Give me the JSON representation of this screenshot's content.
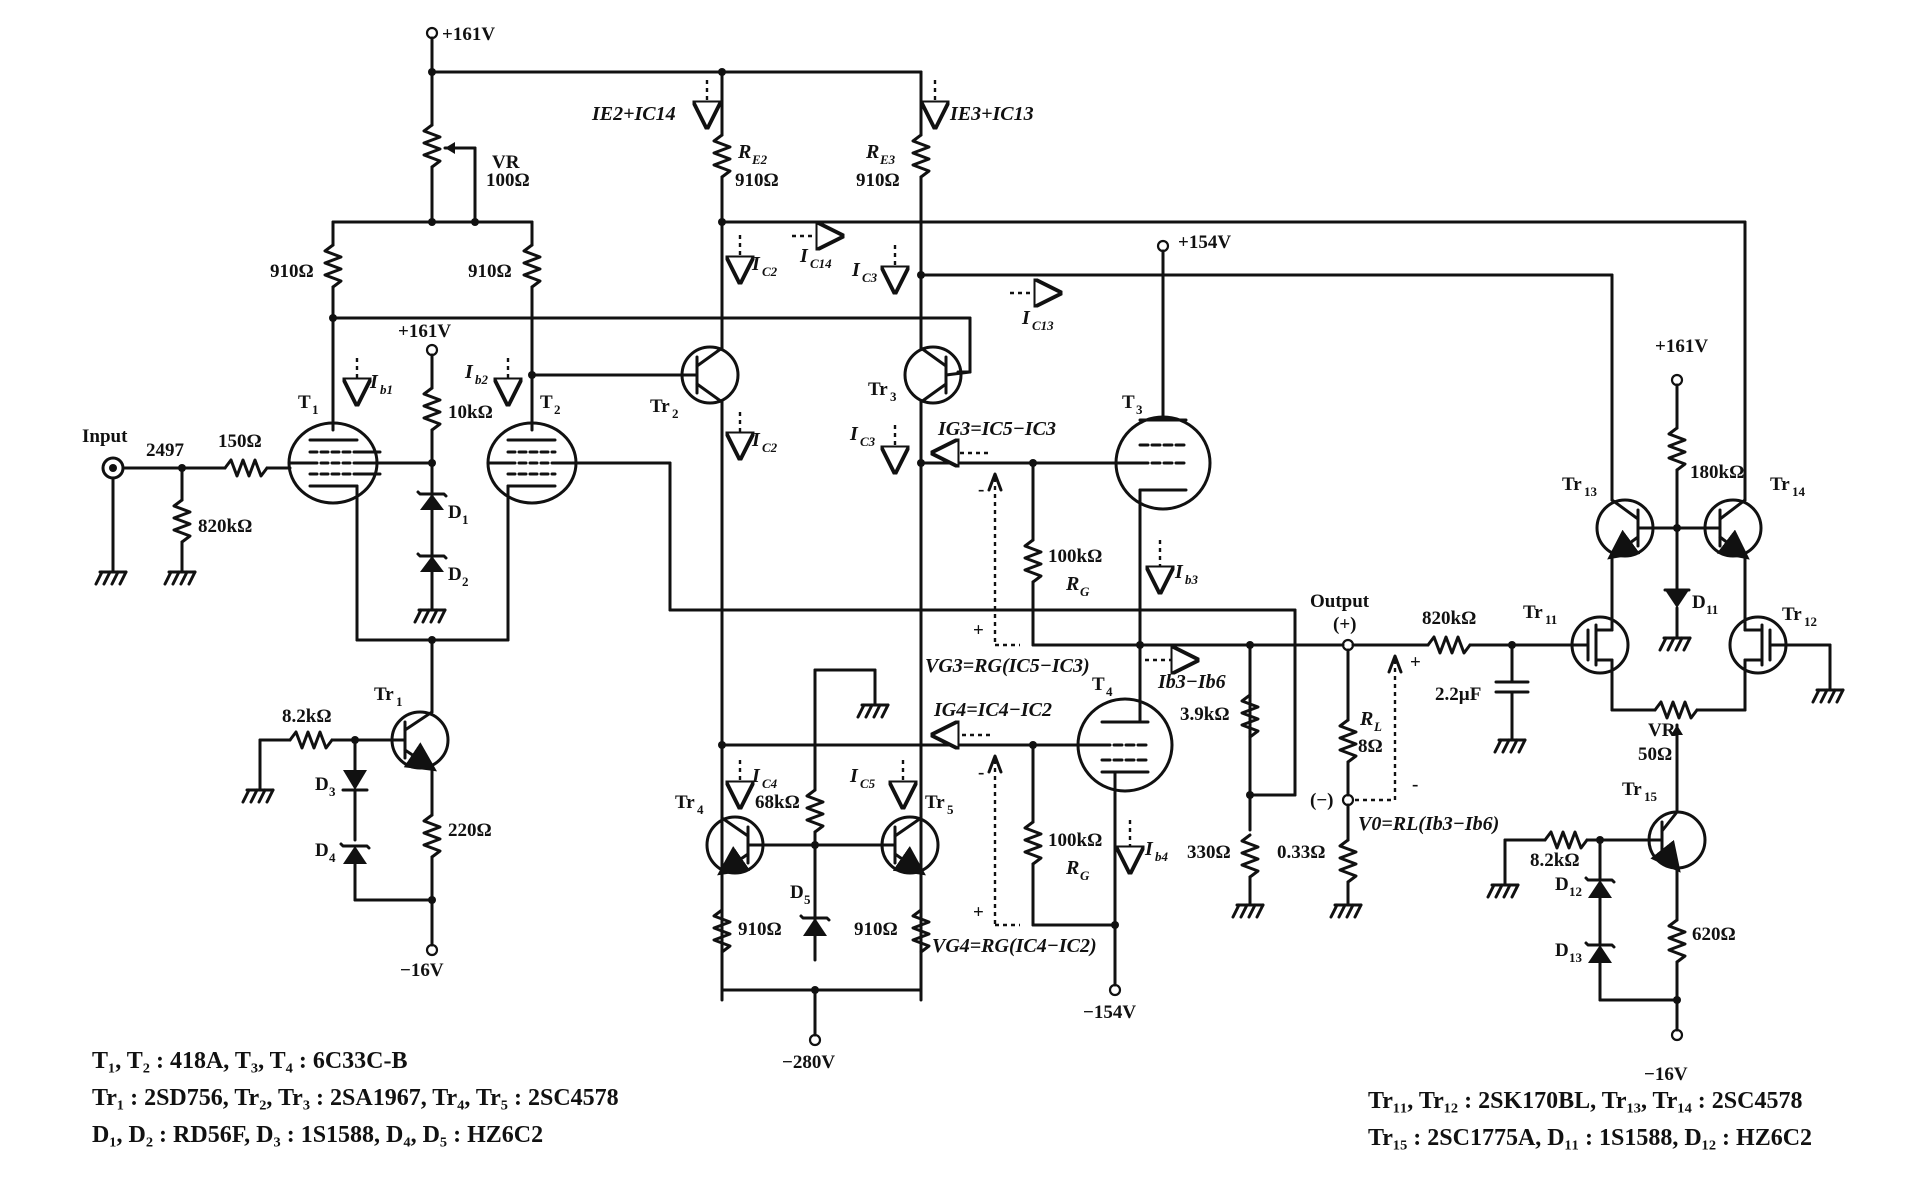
{
  "supplies": {
    "plus161_top": "+161V",
    "plus161_mid": "+161V",
    "plus161_right": "+161V",
    "plus154": "+154V",
    "minus16_left": "−16V",
    "minus16_right": "−16V",
    "minus280": "−280V",
    "minus154": "−154V"
  },
  "input": {
    "label": "Input",
    "connector": "2497"
  },
  "output": {
    "label": "Output",
    "plus": "(+)",
    "minus": "(−)"
  },
  "resistors": {
    "r150": "150Ω",
    "r820k_in": "820kΩ",
    "vr_top": "VR",
    "vr_top_val": "100Ω",
    "r910_l": "910Ω",
    "r910_r": "910Ω",
    "r10k": "10kΩ",
    "re2": "R",
    "re2_sub": "E2",
    "re2_val": "910Ω",
    "re3": "R",
    "re3_sub": "E3",
    "re3_val": "910Ω",
    "r8k2_l": "8.2kΩ",
    "r220": "220Ω",
    "r68k": "68kΩ",
    "r910_tr4": "910Ω",
    "r910_tr5": "910Ω",
    "r100k_a": "100kΩ",
    "r100k_b": "100kΩ",
    "rg": "R",
    "rg_sub": "G",
    "r3k9": "3.9kΩ",
    "r330": "330Ω",
    "r033": "0.33Ω",
    "rl": "R",
    "rl_sub": "L",
    "rl_val": "8Ω",
    "r820k_out": "820kΩ",
    "c22": "2.2µF",
    "r180k": "180kΩ",
    "vr_right": "VR",
    "vr_right_val": "50Ω",
    "r8k2_r": "8.2kΩ",
    "r620": "620Ω"
  },
  "devices": {
    "t1": "T",
    "t1_sub": "1",
    "t2": "T",
    "t2_sub": "2",
    "t3": "T",
    "t3_sub": "3",
    "t4": "T",
    "t4_sub": "4",
    "tr1": "Tr",
    "tr1_sub": "1",
    "tr2": "Tr",
    "tr2_sub": "2",
    "tr3": "Tr",
    "tr3_sub": "3",
    "tr4": "Tr",
    "tr4_sub": "4",
    "tr5": "Tr",
    "tr5_sub": "5",
    "tr11": "Tr",
    "tr11_sub": "11",
    "tr12": "Tr",
    "tr12_sub": "12",
    "tr13": "Tr",
    "tr13_sub": "13",
    "tr14": "Tr",
    "tr14_sub": "14",
    "tr15": "Tr",
    "tr15_sub": "15",
    "d1": "D",
    "d1_sub": "1",
    "d2": "D",
    "d2_sub": "2",
    "d3": "D",
    "d3_sub": "3",
    "d4": "D",
    "d4_sub": "4",
    "d5": "D",
    "d5_sub": "5",
    "d11": "D",
    "d11_sub": "11",
    "d12": "D",
    "d12_sub": "12",
    "d13": "D",
    "d13_sub": "13"
  },
  "currents": {
    "ie2_ic14": "Iₑ₂+Iᶜ₁₄",
    "ie3_ic13": "Iₑ₃+Iᶜ₁₃",
    "ib1": "I",
    "ib1_sub": "b1",
    "ib2": "I",
    "ib2_sub": "b2",
    "ic2_a": "I",
    "ic2_a_sub": "C2",
    "ic14": "I",
    "ic14_sub": "C14",
    "ic3_a": "I",
    "ic3_a_sub": "C3",
    "ic13": "I",
    "ic13_sub": "C13",
    "ic2_b": "I",
    "ic2_b_sub": "C2",
    "ic3_b": "I",
    "ic3_b_sub": "C3",
    "ig3_eq": "I",
    "ig3_rest": "=I",
    "ib3": "I",
    "ib3_sub": "b3",
    "ib3_ib6": "I",
    "vg3_eq": "V",
    "ig4_eq": "I",
    "ic4": "I",
    "ic4_sub": "C4",
    "ic5": "I",
    "ic5_sub": "C5",
    "ib4": "I",
    "ib4_sub": "b4",
    "vg4_eq": "V",
    "vo_eq": "V"
  },
  "equations": {
    "ig3": "IG3=IC5−IC3",
    "vg3": "VG3=RG(IC5−IC3)",
    "ig4": "IG4=IC4−IC2",
    "vg4": "VG4=RG(IC4−IC2)",
    "ib3_ib6": "Ib3−Ib6",
    "vo": "V0=RL(Ib3−Ib6)",
    "ie2": "IE2+IC14",
    "ie3": "IE3+IC13"
  },
  "polarity": {
    "plus": "+",
    "minus": "-"
  },
  "legend": {
    "line1": "T₁, T₂ : 418A, T₃, T₄ : 6C33C-B",
    "line2": "Tr₁ : 2SD756, Tr₂, Tr₃ : 2SA1967, Tr₄, Tr₅ : 2SC4578",
    "line3": "D₁, D₂ : RD56F, D₃ : 1S1588, D₄, D₅ : HZ6C2",
    "line4": "Tr₁₁, Tr₁₂ : 2SK170BL, Tr₁₃, Tr₁₄ : 2SC4578",
    "line5": "Tr₁₅ : 2SC1775A, D₁₁ : 1S1588, D₁₂ : HZ6C2"
  }
}
